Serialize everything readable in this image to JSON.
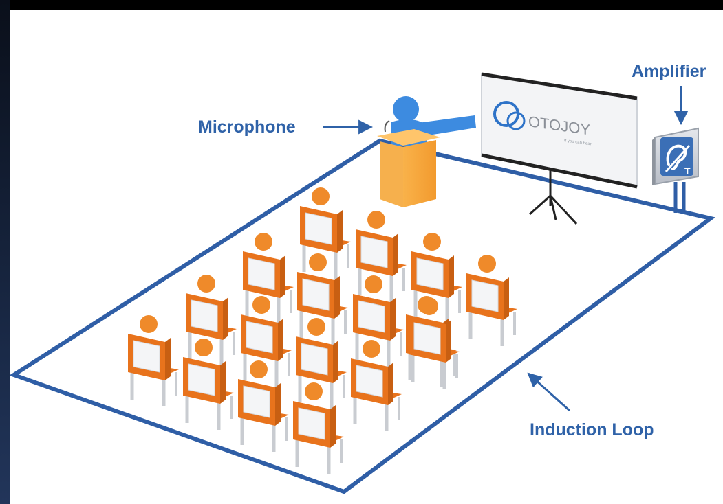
{
  "labels": {
    "microphone": "Microphone",
    "amplifier": "Amplifier",
    "induction_loop": "Induction Loop"
  },
  "screen_logo": {
    "brand": "OTOJOY",
    "tagline": "If you can hear"
  },
  "amplifier_symbol": "T",
  "colors": {
    "loop": "#2f5ea6",
    "label": "#2f62a8",
    "chair": "#e8731c",
    "person": "#ef8a2a",
    "podium": "#f7a43c",
    "speaker": "#3d8be0",
    "screen_bg": "#f3f4f6"
  },
  "icons": [
    "hearing-loop-icon",
    "person-icon",
    "chair-icon",
    "podium-icon",
    "projector-screen-icon"
  ]
}
